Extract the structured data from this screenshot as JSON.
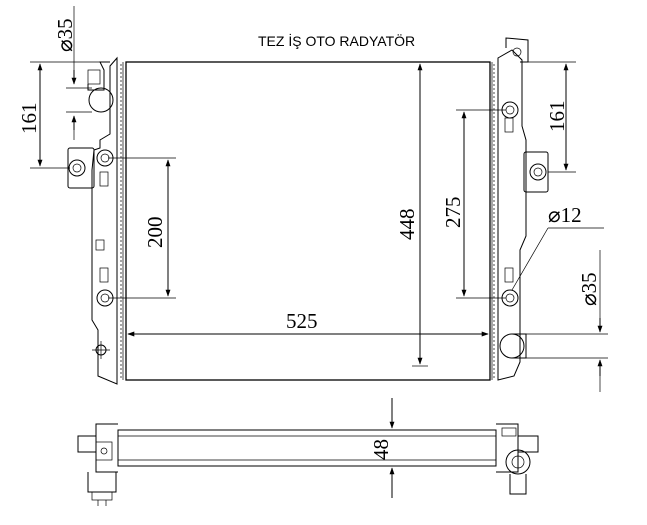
{
  "title": "TEZ İŞ OTO RADYATÖR",
  "dimensions": {
    "inlet_diameter": "⌀35",
    "outlet_diameter": "⌀35",
    "left_offset": "161",
    "right_offset": "161",
    "left_mount_spacing": "200",
    "core_height": "448",
    "right_mount_spacing": "275",
    "pin_diameter": "⌀12",
    "core_width": "525",
    "core_thickness": "48"
  }
}
